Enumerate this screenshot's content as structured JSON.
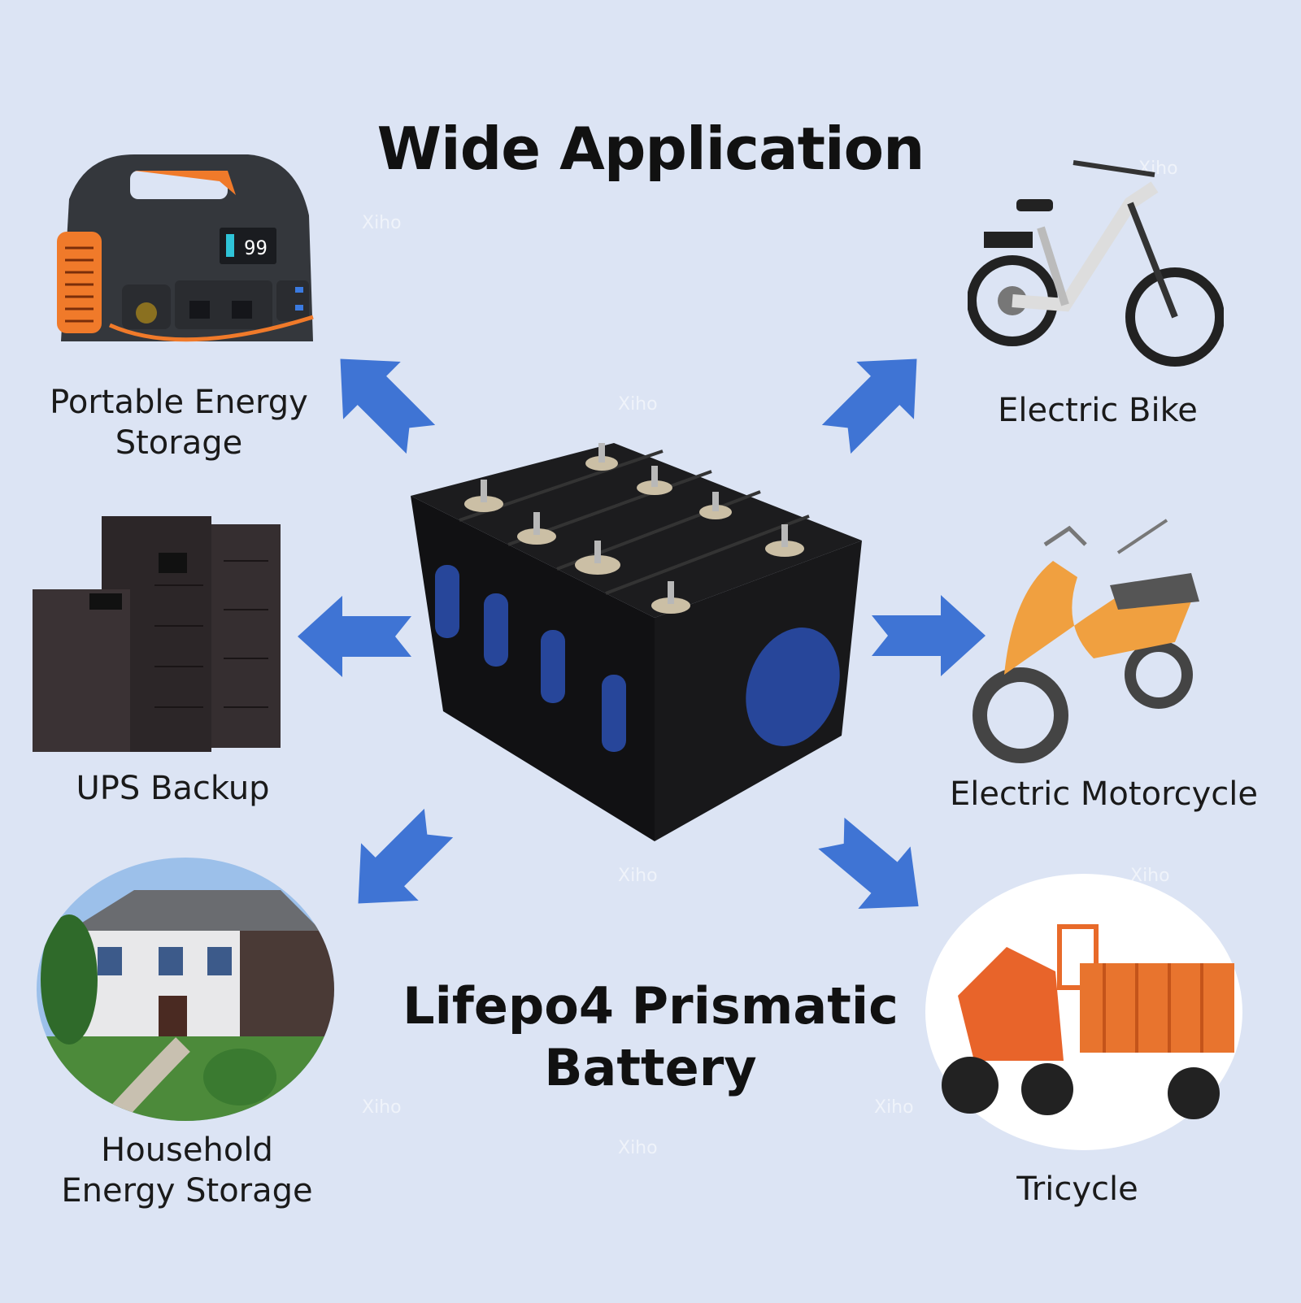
{
  "title": "Wide Application",
  "center": {
    "line1": "Lifepo4 Prismatic",
    "line2": "Battery"
  },
  "applications": [
    {
      "label1": "Portable Energy",
      "label2": "Storage"
    },
    {
      "label1": "Electric Bike"
    },
    {
      "label1": "UPS Backup"
    },
    {
      "label1": "Electric Motorcycle"
    },
    {
      "label1": "Household",
      "label2": "Energy Storage"
    },
    {
      "label1": "Tricycle"
    }
  ],
  "device": {
    "display": "99"
  },
  "watermark": "Xiho",
  "colors": {
    "background": "#dce4f4",
    "arrow": "#3f74d4",
    "accent_orange": "#f07a2a"
  }
}
